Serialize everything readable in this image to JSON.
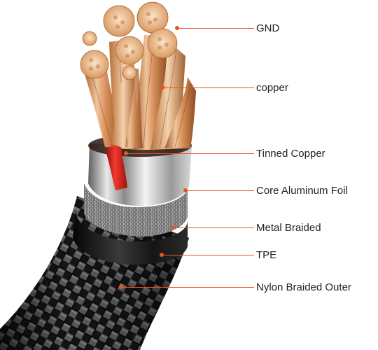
{
  "diagram": {
    "accent_color": "#e8541b",
    "layers": [
      {
        "label": "GND"
      },
      {
        "label": "copper"
      },
      {
        "label": "Tinned Copper"
      },
      {
        "label": "Core Aluminum Foil"
      },
      {
        "label": "Metal Braided"
      },
      {
        "label": "TPE"
      },
      {
        "label": "Nylon Braided Outer"
      }
    ]
  }
}
